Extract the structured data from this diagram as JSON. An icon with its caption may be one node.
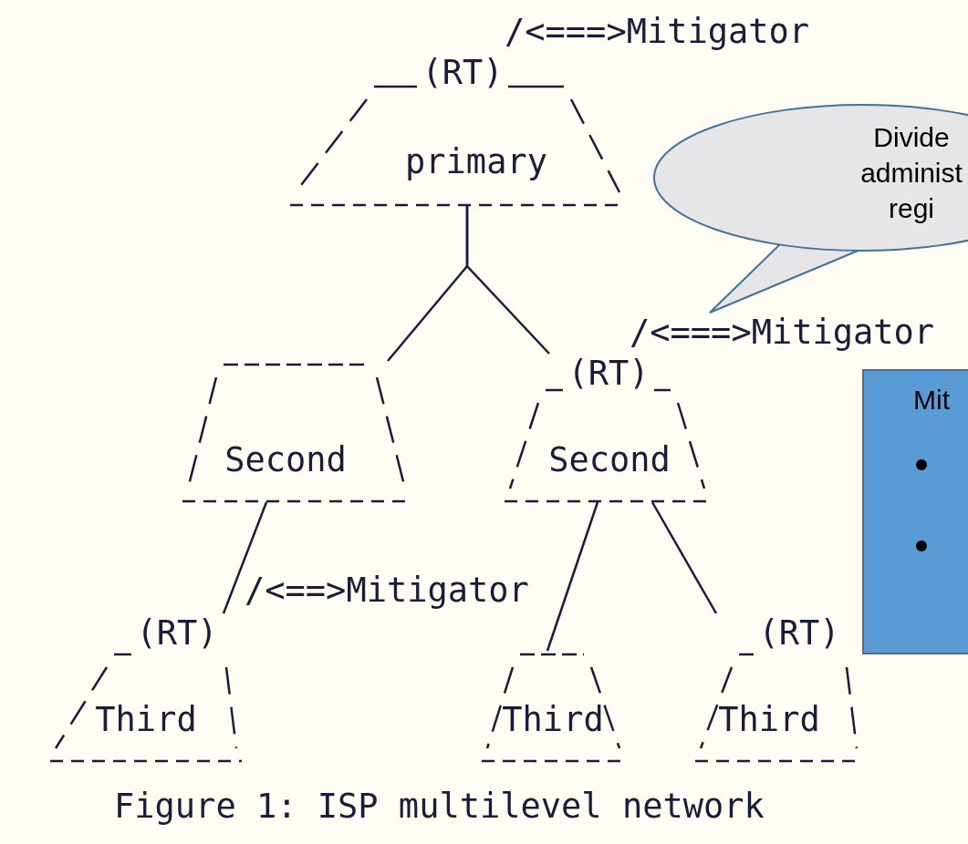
{
  "diagram": {
    "caption": "Figure 1: ISP multilevel network",
    "nodes": [
      {
        "text": [
          "(RT)",
          "primary"
        ]
      },
      {
        "text": [
          "Second"
        ]
      },
      {
        "text": [
          "(RT)",
          "Second"
        ]
      },
      {
        "text": [
          "(RT)",
          "Third"
        ]
      },
      {
        "text": [
          "Third"
        ]
      },
      {
        "text": [
          "(RT)",
          "Third"
        ]
      },
      {
        "text": [
          "Divide administ regi"
        ]
      },
      {
        "text": [
          "Mit"
        ]
      },
      {
        "text": [
          "/<===>Mitigator"
        ]
      }
    ],
    "edges": [
      {
        "from": 0,
        "to": 1,
        "arrow": "none"
      },
      {
        "from": 0,
        "to": 2,
        "arrow": "none"
      },
      {
        "from": 1,
        "to": 3,
        "arrow": "none"
      },
      {
        "from": 2,
        "to": 4,
        "arrow": "none"
      },
      {
        "from": 2,
        "to": 5,
        "arrow": "none"
      },
      {
        "from": 6,
        "to": 8,
        "arrow": "none",
        "color": "#41719c"
      }
    ],
    "labels": [
      "/<===>Mitigator",
      "/<==>Mitigator"
    ]
  }
}
